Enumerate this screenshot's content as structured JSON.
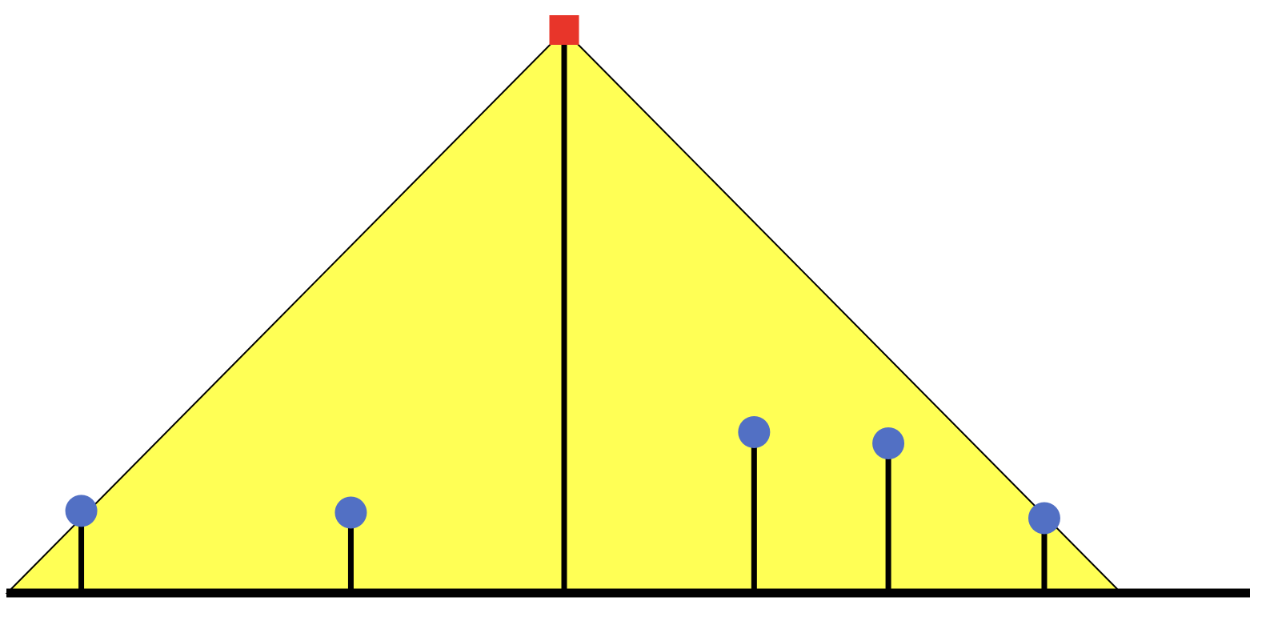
{
  "colors": {
    "triangle_fill": "#FFFF55",
    "triangle_edge": "#000000",
    "stem": "#000000",
    "baseline": "#000000",
    "peak_marker": "#E8352A",
    "sample_marker": "#5270C4"
  },
  "diagram": {
    "description_shape": "triangle",
    "peak": {
      "x": 0.0,
      "height": 1.0,
      "marker": "square"
    },
    "samples": [
      {
        "x": -0.867,
        "height": 0.146
      },
      {
        "x": -0.383,
        "height": 0.143
      },
      {
        "x": 0.341,
        "height": 0.286
      },
      {
        "x": 0.582,
        "height": 0.266
      },
      {
        "x": 0.862,
        "height": 0.133
      }
    ]
  }
}
